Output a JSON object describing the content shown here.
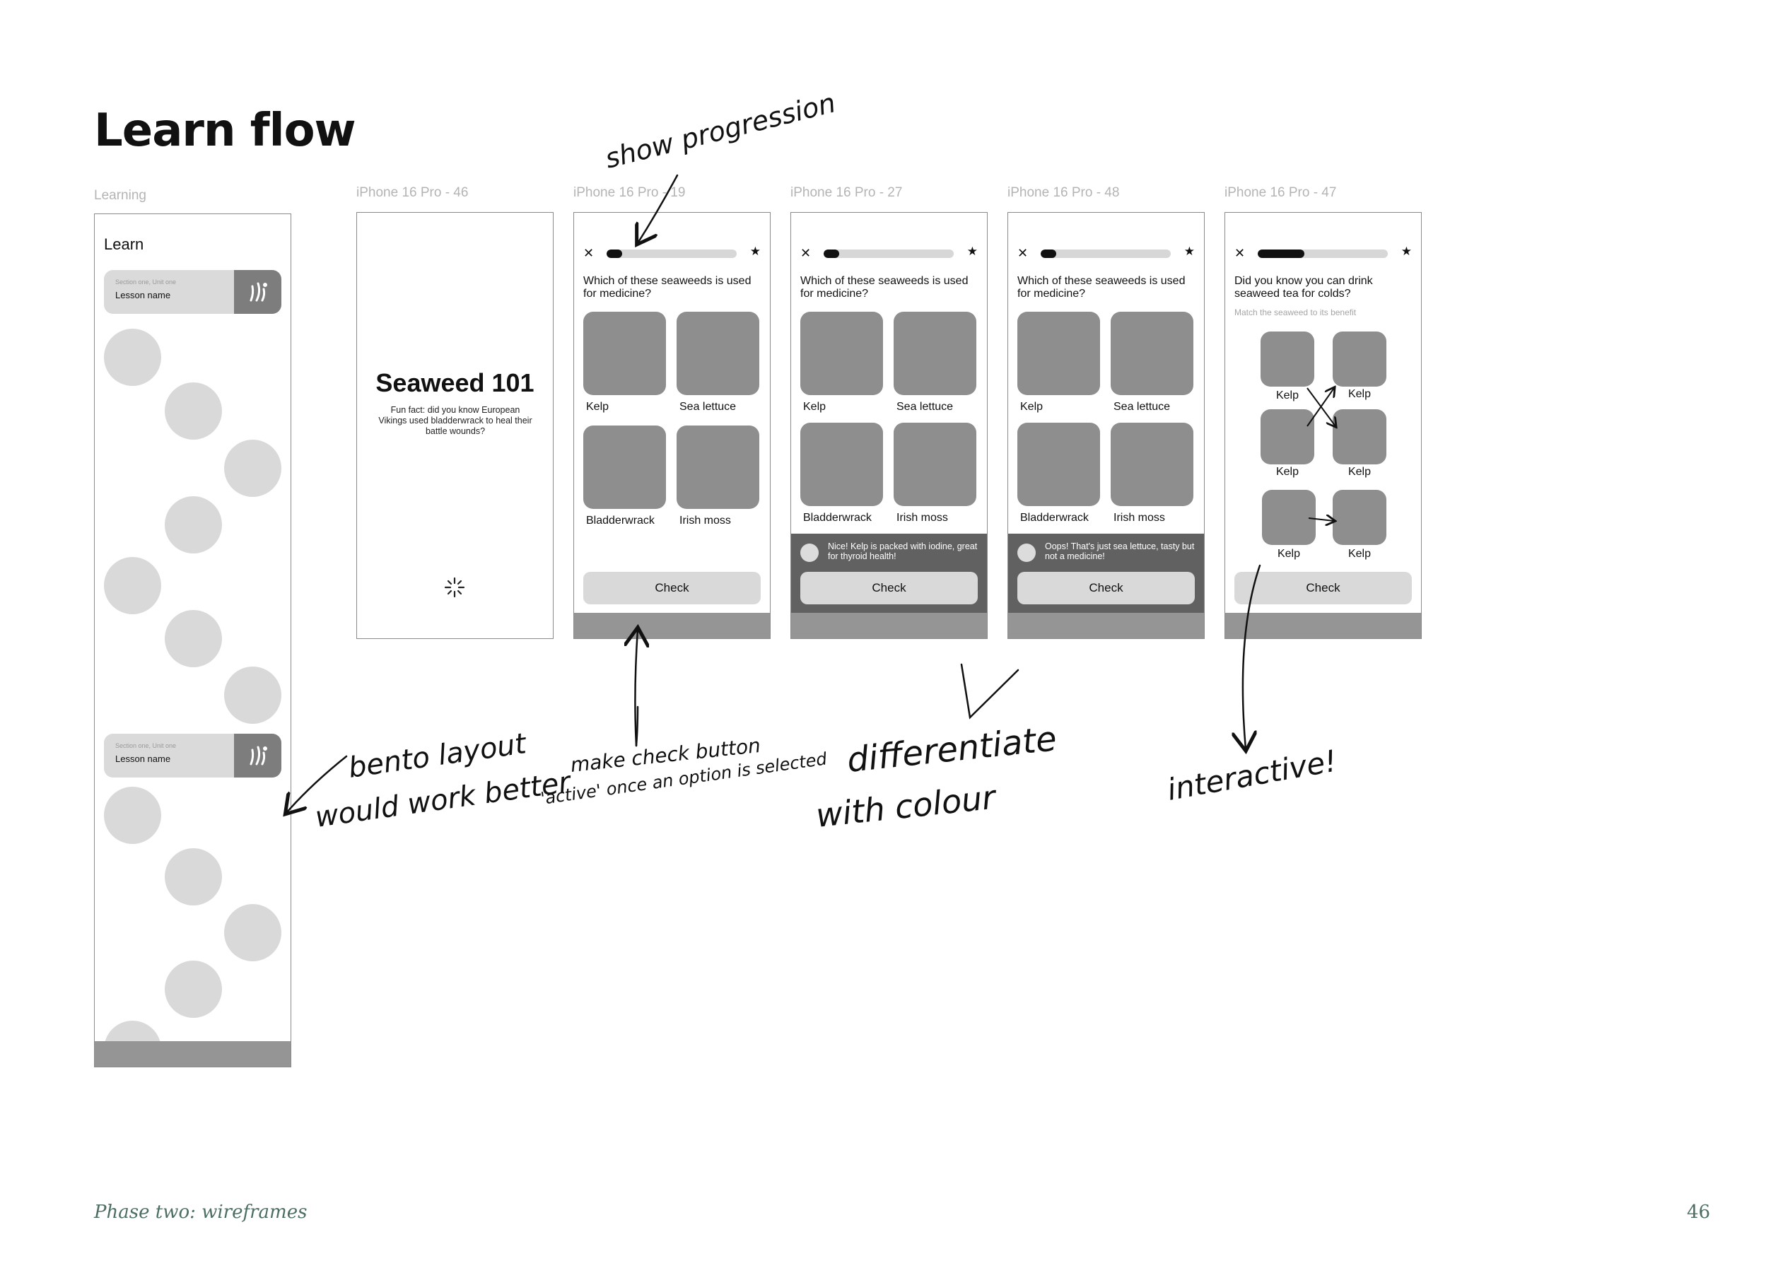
{
  "slide": {
    "title": "Learn flow",
    "footer_section": "Phase two: wireframes",
    "page_number": "46"
  },
  "frames": {
    "learning": {
      "label": "Learning",
      "screen_title": "Learn",
      "lesson_cards": [
        {
          "subtitle": "Section one, Unit one",
          "name": "Lesson name",
          "icon": "seaweed-icon"
        },
        {
          "subtitle": "Section one, Unit one",
          "name": "Lesson name",
          "icon": "seaweed-icon"
        }
      ]
    },
    "splash": {
      "label": "iPhone 16 Pro - 46",
      "title": "Seaweed 101",
      "fact": "Fun fact: did you know European Vikings used bladderwrack to heal their battle wounds?",
      "icon": "loading-spinner-icon"
    },
    "quiz_1": {
      "label": "iPhone 16 Pro - 19",
      "progress": 0.12,
      "question": "Which of these seaweeds is used for medicine?",
      "options": [
        "Kelp",
        "Sea lettuce",
        "Bladderwrack",
        "Irish moss"
      ],
      "check": "Check"
    },
    "quiz_2": {
      "label": "iPhone 16 Pro - 27",
      "progress": 0.12,
      "question": "Which of these seaweeds is used for medicine?",
      "options": [
        "Kelp",
        "Sea lettuce",
        "Bladderwrack",
        "Irish moss"
      ],
      "feedback": "Nice! Kelp is packed with iodine, great for thyroid health!",
      "check": "Check"
    },
    "quiz_3": {
      "label": "iPhone 16 Pro - 48",
      "progress": 0.12,
      "question": "Which of these seaweeds is used for medicine?",
      "options": [
        "Kelp",
        "Sea lettuce",
        "Bladderwrack",
        "Irish moss"
      ],
      "feedback": "Oops! That's just sea lettuce, tasty but not a medicine!",
      "check": "Check"
    },
    "match": {
      "label": "iPhone 16 Pro - 47",
      "progress": 0.36,
      "question": "Did you know you can drink seaweed tea for colds?",
      "instruction": "Match the seaweed to its benefit",
      "items": [
        "Kelp",
        "Kelp",
        "Kelp",
        "Kelp",
        "Kelp",
        "Kelp"
      ],
      "check": "Check"
    }
  },
  "annotations": {
    "show_progression": "show progression",
    "bento_line1": "bento layout",
    "bento_line2": "would work better",
    "check_line1": "make check button",
    "check_line2": "'active' once an option is selected",
    "diff_line1": "differentiate",
    "diff_line2": "with colour",
    "interactive": "interactive!"
  },
  "colors": {
    "tile": "#8e8e8e",
    "feedback_bg": "#616161",
    "footer_text": "#4c6e63"
  }
}
